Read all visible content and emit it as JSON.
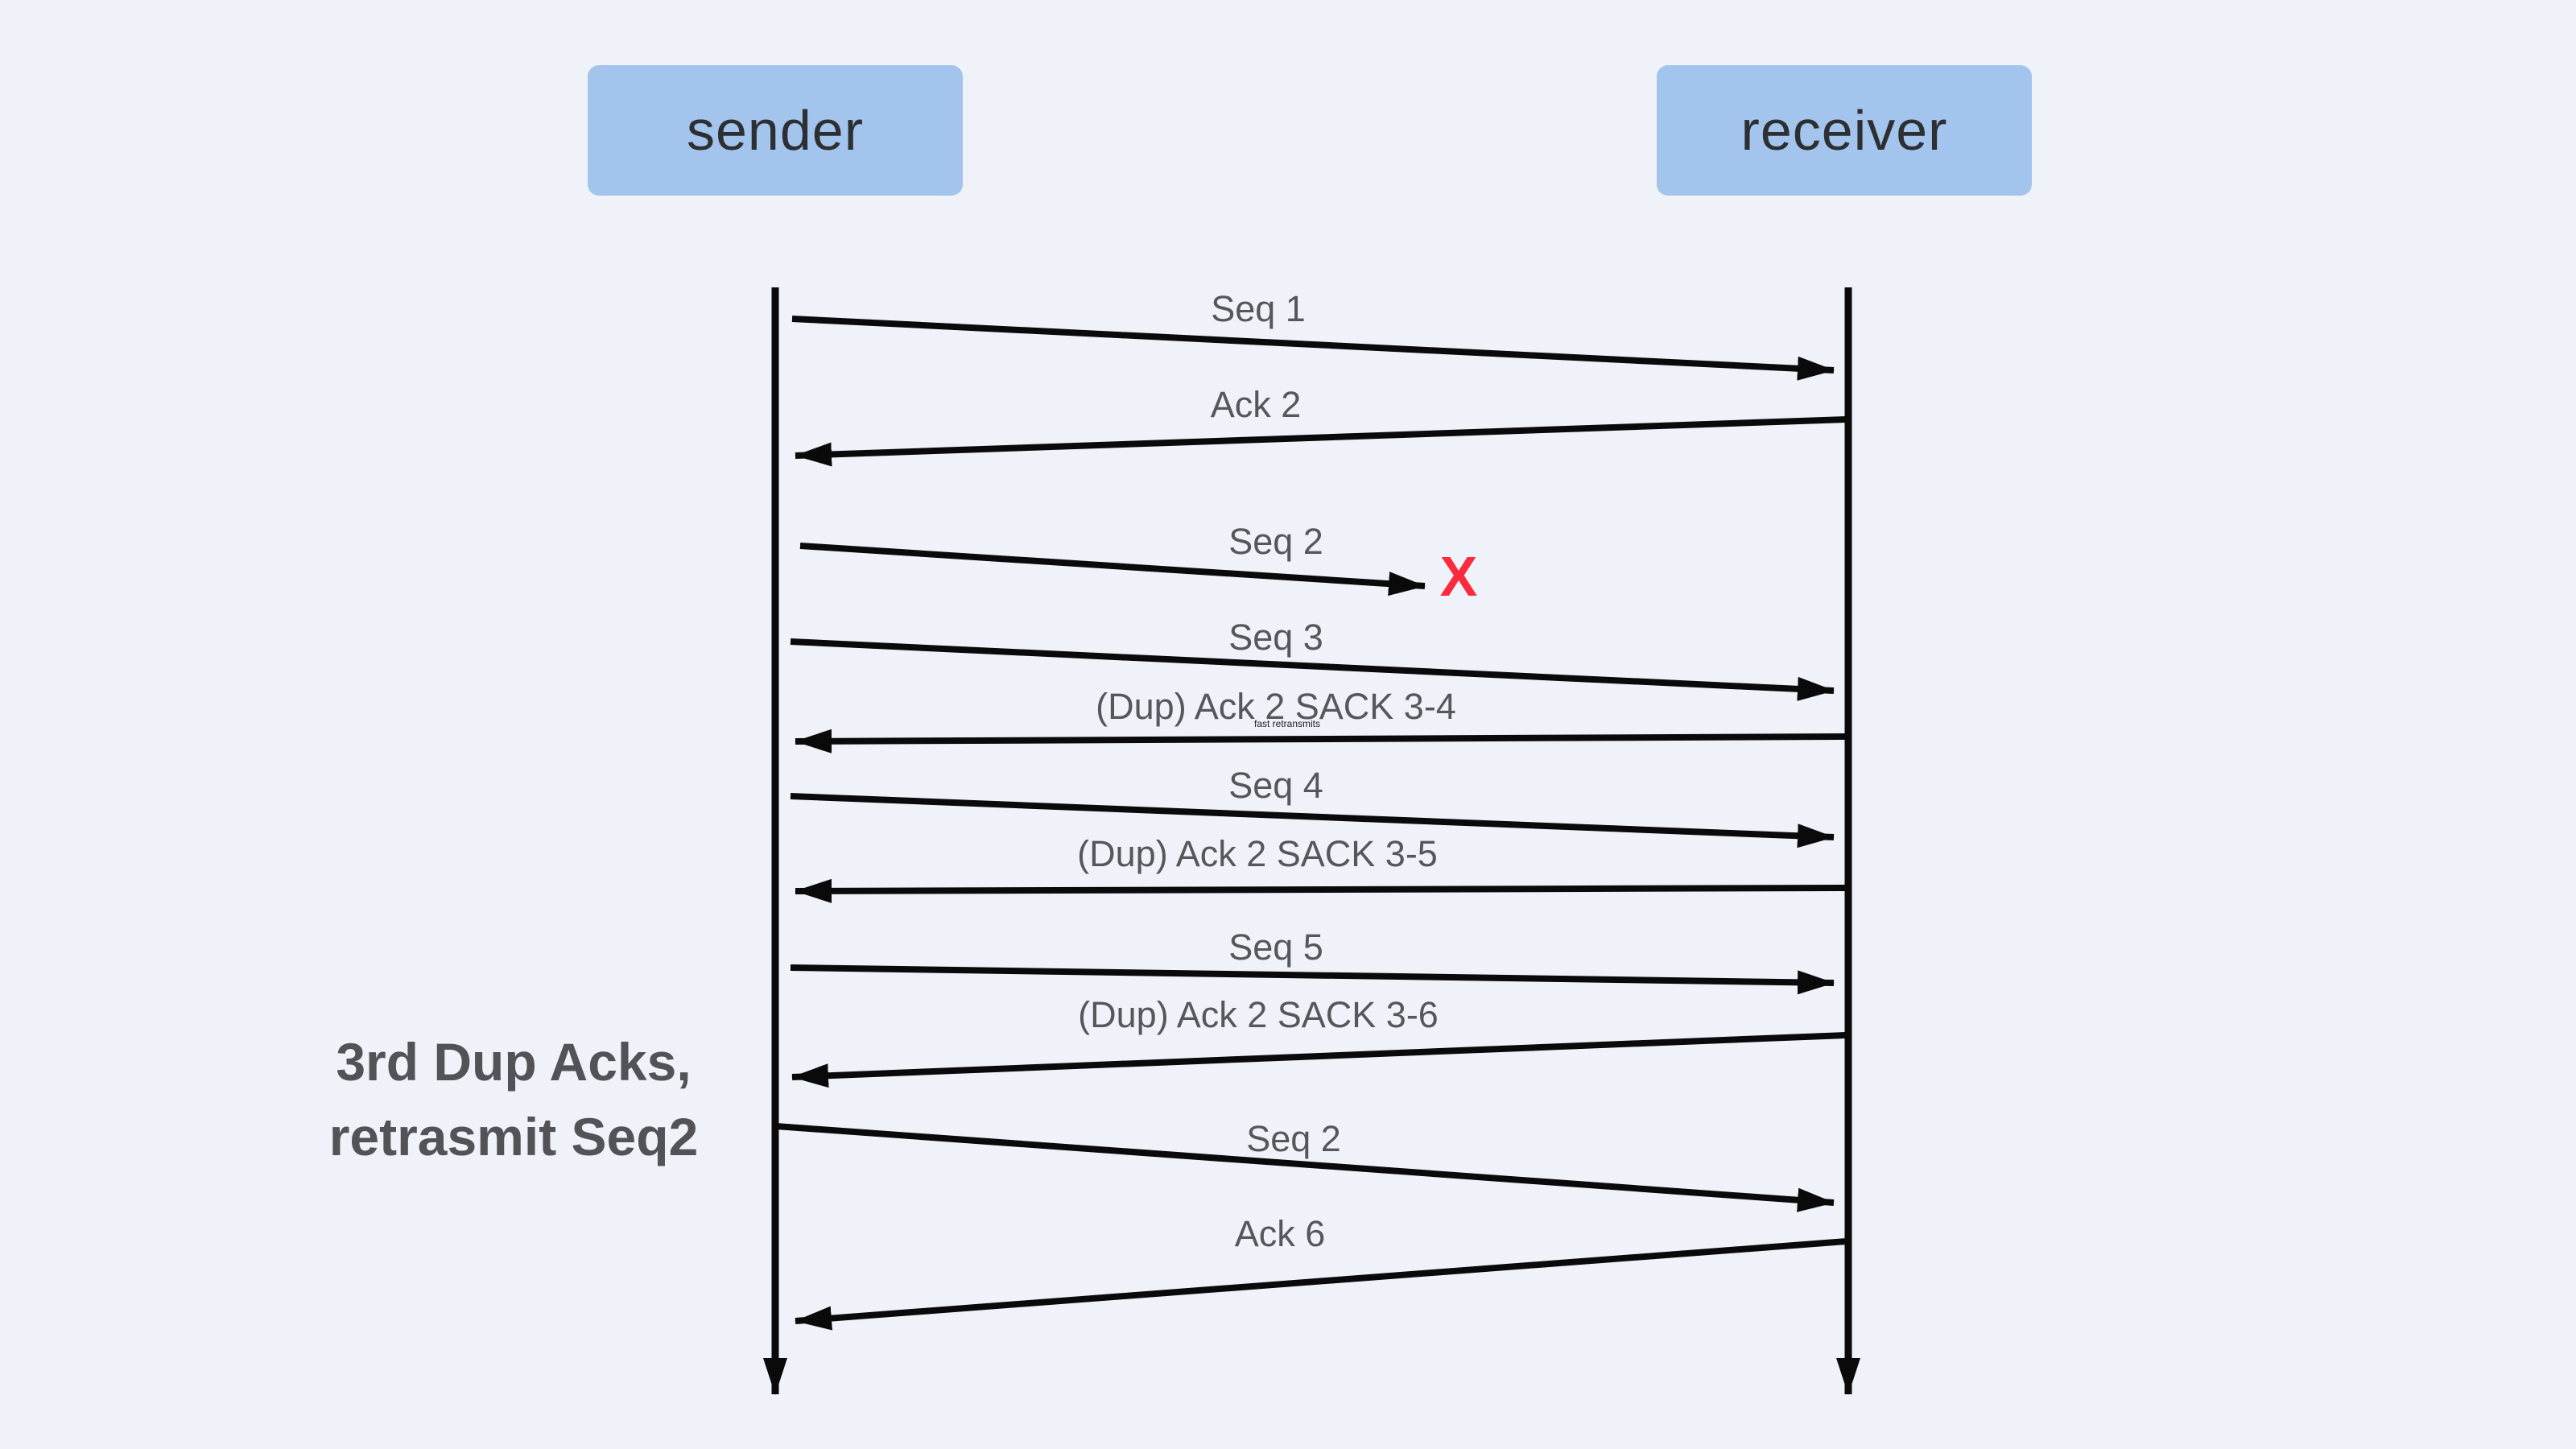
{
  "diagram": {
    "kind": "tcp-sack-sequence-diagram",
    "actors": [
      {
        "id": "sender",
        "label": "sender"
      },
      {
        "id": "receiver",
        "label": "receiver"
      }
    ],
    "messages": [
      {
        "label": "Seq 1",
        "from": "sender",
        "to": "receiver",
        "delivered": true
      },
      {
        "label": "Ack 2",
        "from": "receiver",
        "to": "sender",
        "delivered": true
      },
      {
        "label": "Seq 2",
        "from": "sender",
        "to": "receiver",
        "delivered": false,
        "note": "lost in transit"
      },
      {
        "label": "Seq 3",
        "from": "sender",
        "to": "receiver",
        "delivered": true
      },
      {
        "label": "(Dup) Ack 2 SACK 3-4",
        "from": "receiver",
        "to": "sender",
        "delivered": true
      },
      {
        "label": "Seq 4",
        "from": "sender",
        "to": "receiver",
        "delivered": true
      },
      {
        "label": "(Dup) Ack 2 SACK 3-5",
        "from": "receiver",
        "to": "sender",
        "delivered": true
      },
      {
        "label": "Seq 5",
        "from": "sender",
        "to": "receiver",
        "delivered": true
      },
      {
        "label": "(Dup) Ack 2 SACK 3-6",
        "from": "receiver",
        "to": "sender",
        "delivered": true
      },
      {
        "label": "Seq 2",
        "from": "sender",
        "to": "receiver",
        "delivered": true,
        "note": "retransmission"
      },
      {
        "label": "Ack 6",
        "from": "receiver",
        "to": "sender",
        "delivered": true
      }
    ],
    "loss_marker": "X",
    "fast_retransmit_note": "fast retransmits",
    "side_note": {
      "line1": "3rd Dup Acks,",
      "line2": "retrasmit Seq2"
    },
    "colors": {
      "background": "#EFF2F8",
      "actor_fill": "#A3C4EC",
      "actor_text": "#2E2F33",
      "arrow": "#0A0A0B",
      "message_label": "#56575B",
      "side_note_text": "#525357",
      "loss_marker": "#FA2B3C"
    }
  }
}
